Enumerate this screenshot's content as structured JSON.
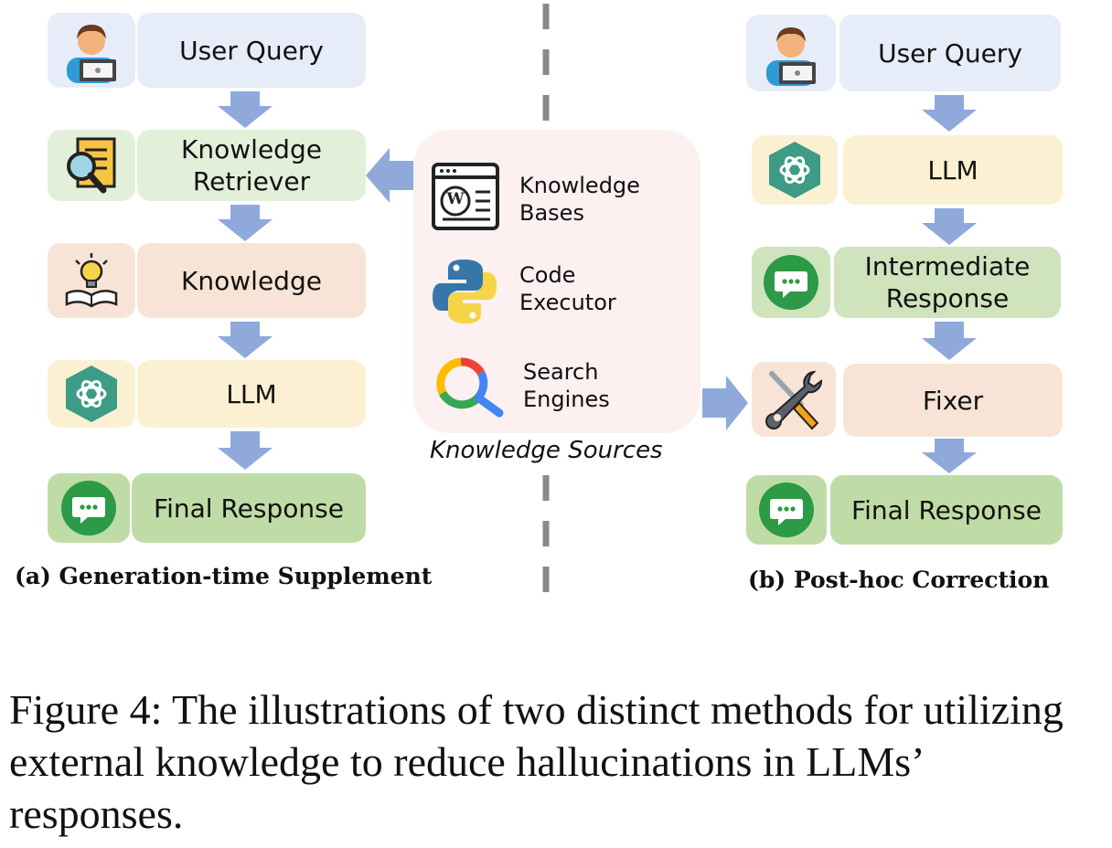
{
  "left": {
    "user_query": "User Query",
    "retriever": "Knowledge\nRetriever",
    "knowledge": "Knowledge",
    "llm": "LLM",
    "final": "Final Response",
    "caption": "(a) Generation-time Supplement"
  },
  "sources": {
    "title": "Knowledge Sources",
    "kb": "Knowledge\nBases",
    "code": "Code\nExecutor",
    "search": "Search\nEngines",
    "kb_glyph": "W"
  },
  "right": {
    "user_query": "User Query",
    "llm": "LLM",
    "intermediate": "Intermediate\nResponse",
    "fixer": "Fixer",
    "final": "Final Response",
    "caption": "(b) Post-hoc Correction"
  },
  "figure_caption": "Figure 4: The illustrations of two distinct methods for utilizing external knowledge to reduce hallucinations in LLMs’ responses.",
  "colors": {
    "arrow": "#8fa9db",
    "blue_box": "#e6edf8",
    "green_box": "#cfe3bd",
    "orange_box": "#f8e4d6",
    "yellow_box": "#fbf1d2",
    "panel": "#fdf0f0"
  }
}
